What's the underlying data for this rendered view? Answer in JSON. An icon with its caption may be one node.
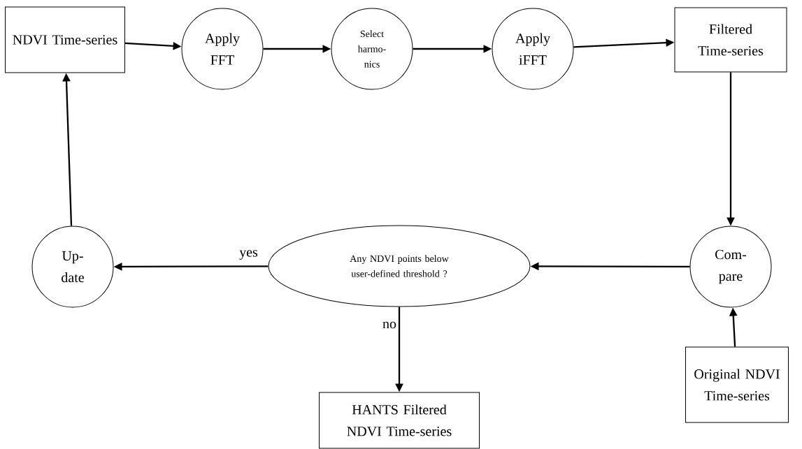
{
  "diagram": {
    "nodes": [
      {
        "text": [
          "NDVI Time-series"
        ]
      },
      {
        "text": [
          "Apply FFT"
        ]
      },
      {
        "text": [
          "Select harmo- nics"
        ]
      },
      {
        "text": [
          "Apply iFFT"
        ]
      },
      {
        "text": [
          "Filtered Time-series"
        ]
      },
      {
        "text": [
          "Com- pare"
        ]
      },
      {
        "text": [
          "Original NDVI Time-series"
        ]
      },
      {
        "text": [
          "Any NDVI points below user-defined threshold ?"
        ]
      },
      {
        "text": [
          "Up- date"
        ]
      },
      {
        "text": [
          "HANTS Filtered NDVI Time-series"
        ]
      }
    ],
    "edges": [
      {
        "from": 0,
        "to": 1,
        "arrow": "to"
      },
      {
        "from": 1,
        "to": 2,
        "arrow": "to"
      },
      {
        "from": 2,
        "to": 3,
        "arrow": "to"
      },
      {
        "from": 3,
        "to": 4,
        "arrow": "to"
      },
      {
        "from": 4,
        "to": 5,
        "arrow": "to"
      },
      {
        "from": 6,
        "to": 5,
        "arrow": "to"
      },
      {
        "from": 5,
        "to": 7,
        "arrow": "to"
      },
      {
        "from": 7,
        "to": 8,
        "arrow": "to",
        "label": "yes"
      },
      {
        "from": 7,
        "to": 9,
        "arrow": "to",
        "label": "no"
      },
      {
        "from": 8,
        "to": 0,
        "arrow": "to"
      }
    ]
  }
}
